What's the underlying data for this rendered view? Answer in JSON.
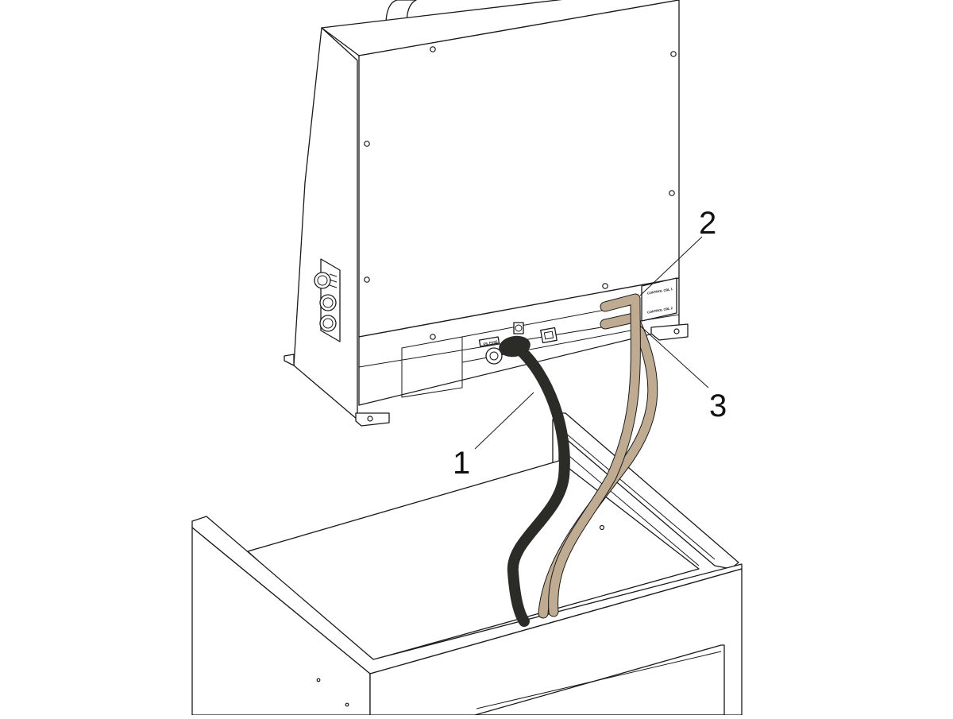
{
  "callouts": [
    {
      "id": "1",
      "label": "1"
    },
    {
      "id": "2",
      "label": "2"
    },
    {
      "id": "3",
      "label": "3"
    }
  ],
  "panel_labels": {
    "oil_fuse": "OIL FUSE",
    "control_cbl_1": "CONTROL CBL 1",
    "control_cbl_2": "CONTROL CBL 2"
  },
  "colors": {
    "outline": "#1a1a1a",
    "cable_black": "#2b2b27",
    "cable_tan": "#bfab92",
    "background": "#ffffff"
  }
}
